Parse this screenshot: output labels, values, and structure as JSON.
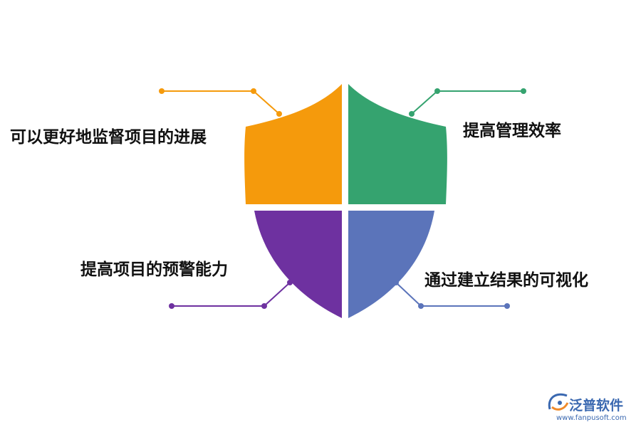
{
  "quadrants": [
    {
      "id": "top-left",
      "label": "可以更好地监督项目的进展",
      "color": "#F59A0C"
    },
    {
      "id": "top-right",
      "label": "提高管理效率",
      "color": "#35A36F"
    },
    {
      "id": "bottom-left",
      "label": "提高项目的预警能力",
      "color": "#6E31A0"
    },
    {
      "id": "bottom-right",
      "label": "通过建立结果的可视化",
      "color": "#5B74BA"
    }
  ],
  "brand": {
    "name": "泛普软件",
    "url": "www.fanpusoft.com",
    "icon": "fanpu-logo-icon",
    "color": "#3A68B0"
  }
}
